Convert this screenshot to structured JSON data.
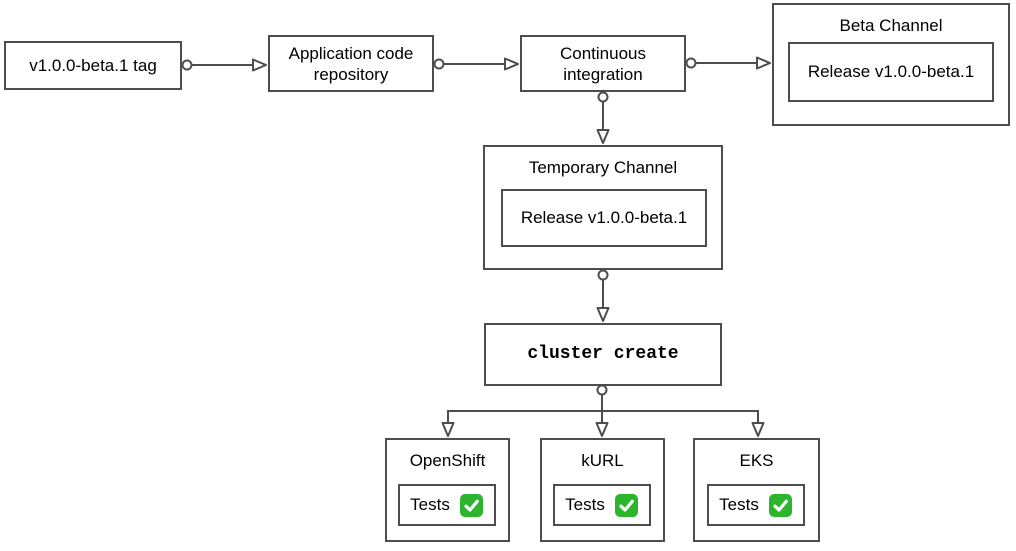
{
  "diagram": {
    "background": "#ffffff",
    "stroke_color": "#4d4d4d",
    "check_green": "#2db52d",
    "nodes": {
      "tag": {
        "label": "v1.0.0-beta.1 tag"
      },
      "repo": {
        "label": "Application code repository"
      },
      "ci": {
        "label": "Continuous integration"
      },
      "beta_channel": {
        "title": "Beta Channel",
        "release_label": "Release v1.0.0-beta.1"
      },
      "temporary_channel": {
        "title": "Temporary Channel",
        "release_label": "Release v1.0.0-beta.1"
      },
      "cluster_create": {
        "label": "cluster create"
      },
      "clusters": [
        {
          "name": "OpenShift",
          "tests_label": "Tests",
          "status_icon": "check-mark-button"
        },
        {
          "name": "kURL",
          "tests_label": "Tests",
          "status_icon": "check-mark-button"
        },
        {
          "name": "EKS",
          "tests_label": "Tests",
          "status_icon": "check-mark-button"
        }
      ]
    }
  }
}
